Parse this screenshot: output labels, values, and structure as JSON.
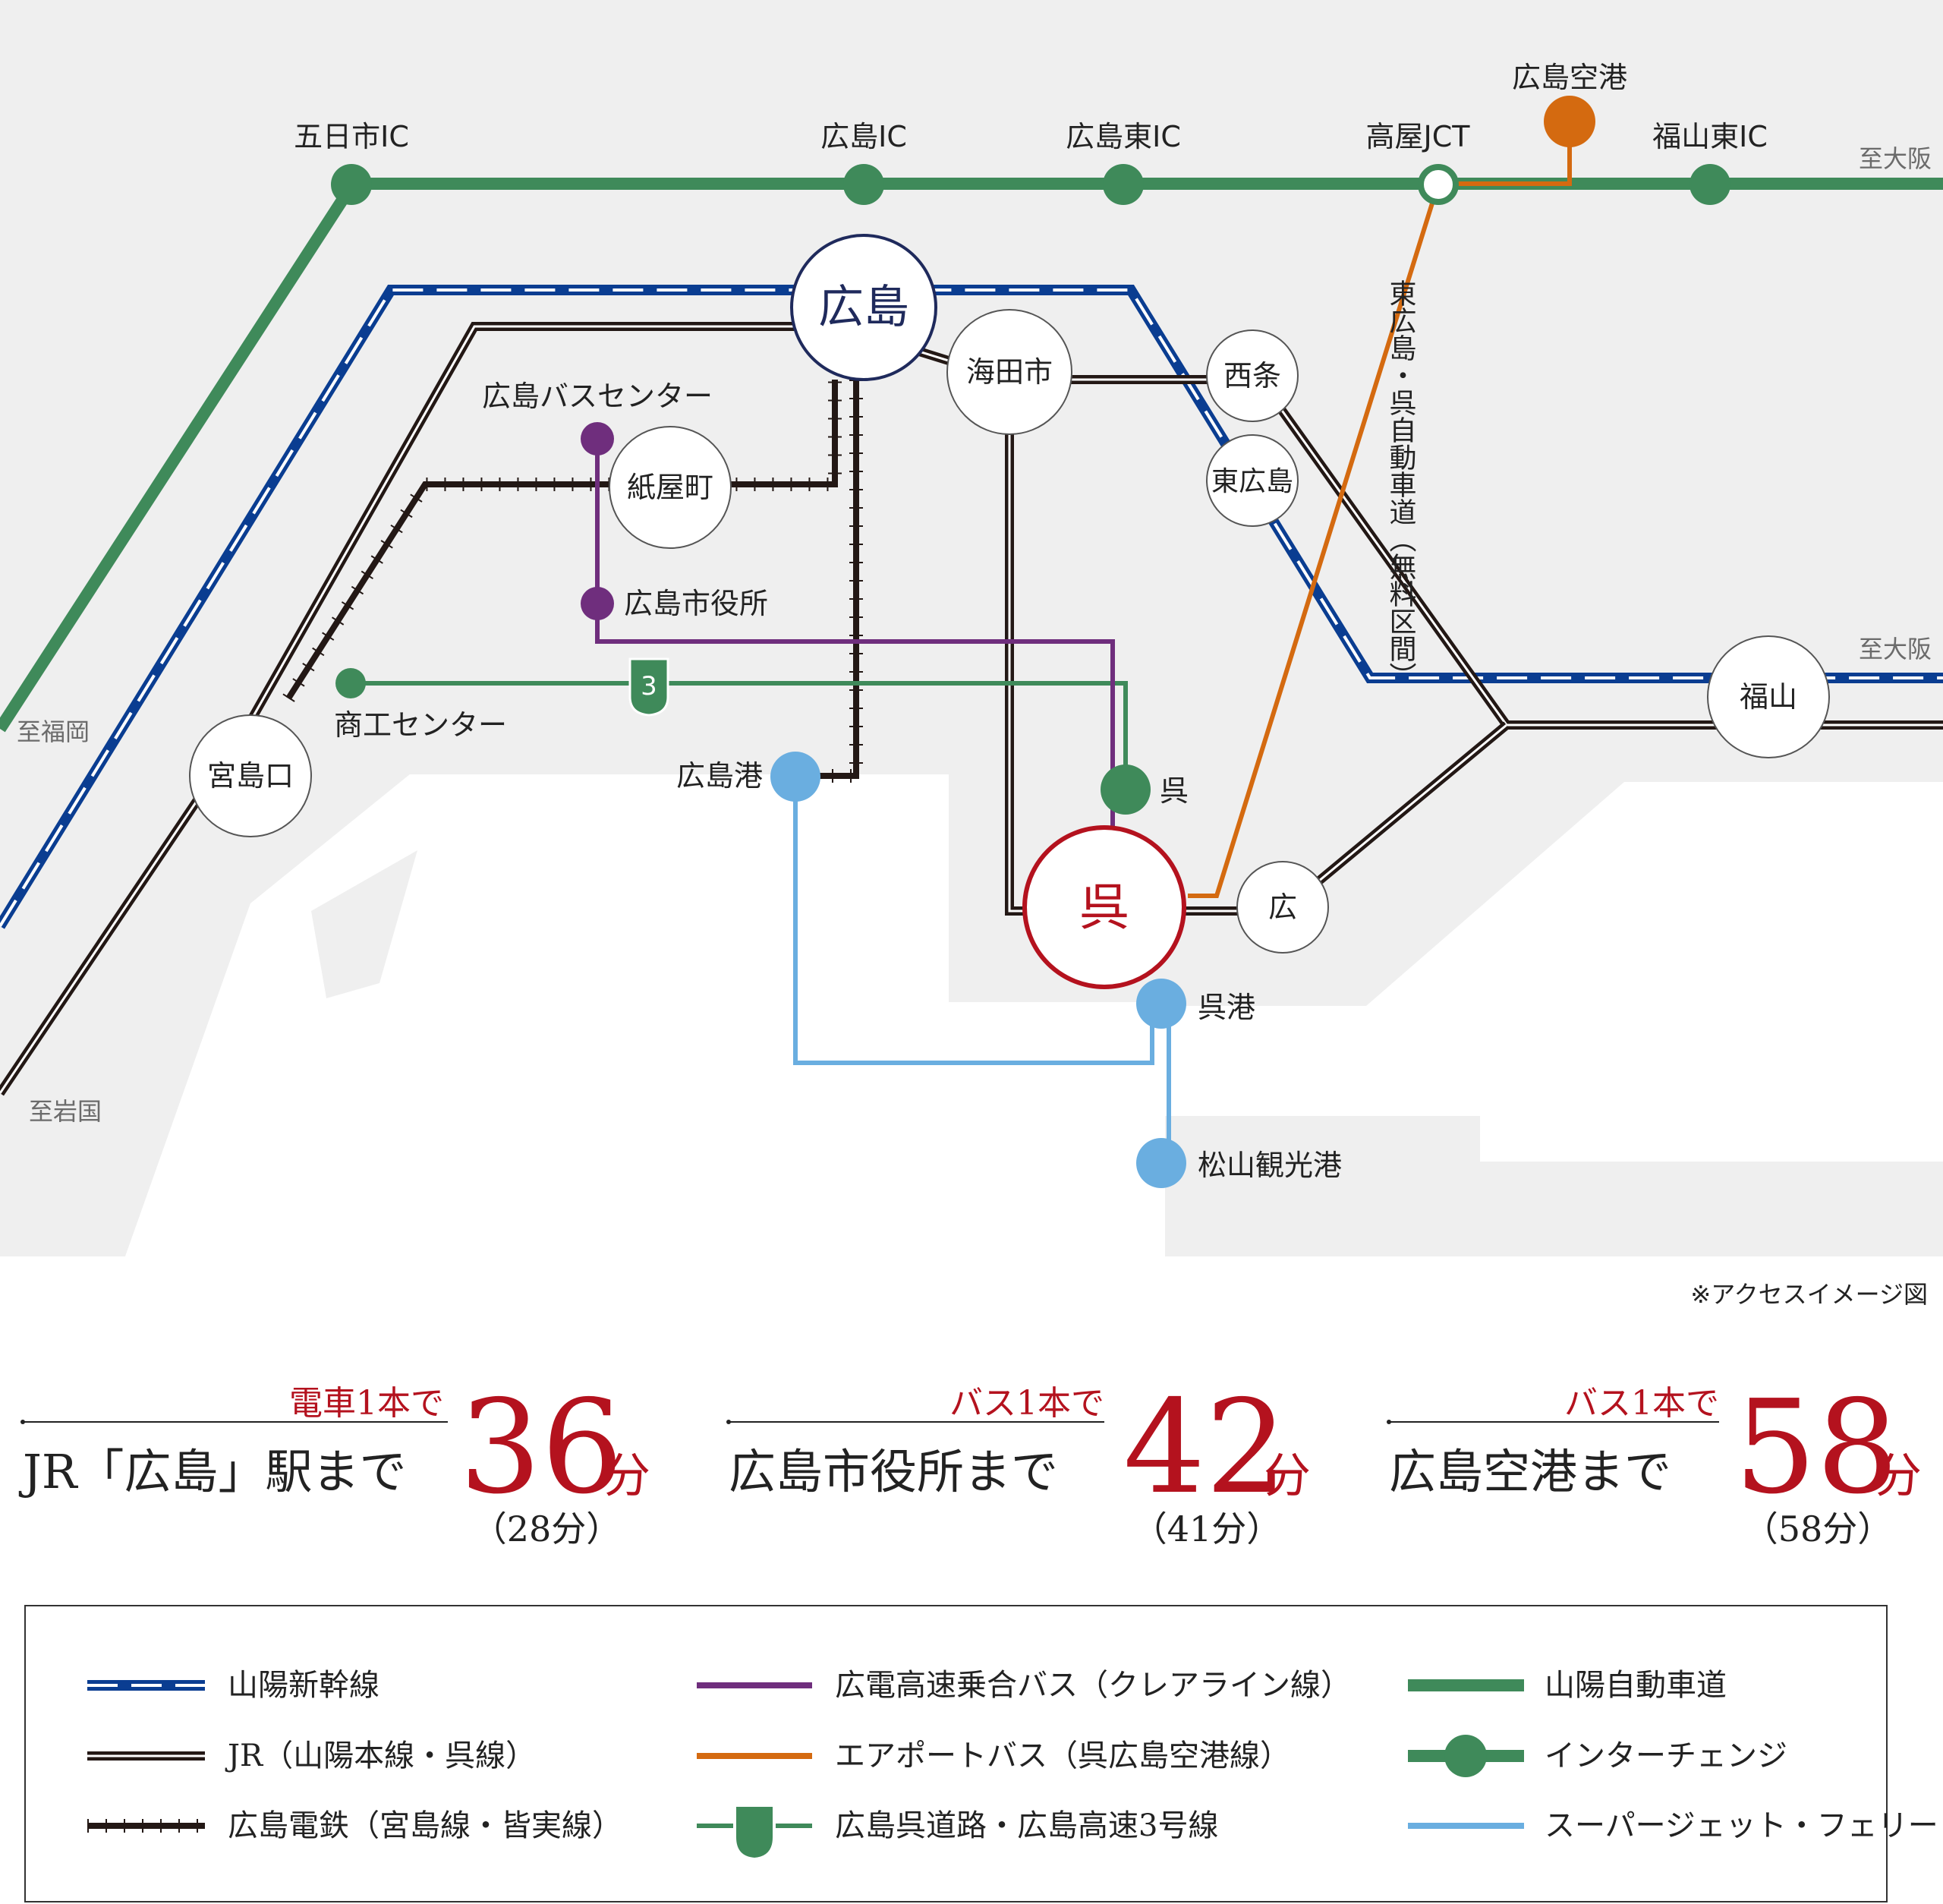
{
  "map": {
    "directions": {
      "to_osaka_1": "至大阪",
      "to_osaka_2": "至大阪",
      "to_fukuoka": "至福岡",
      "to_iwakuni": "至岩国"
    },
    "interchanges": {
      "itsukaichi": "五日市IC",
      "hiroshima_ic": "広島IC",
      "hiroshima_higashi_ic": "広島東IC",
      "takaya_jct": "高屋JCT",
      "fukuyama_higashi_ic": "福山東IC",
      "airport": "広島空港"
    },
    "stations": {
      "hiroshima": "広島",
      "kaitaichi": "海田市",
      "saijo": "西条",
      "higashihiroshima": "東広島",
      "kamiyacho": "紙屋町",
      "miyajimaguchi": "宮島口",
      "fukuyama": "福山",
      "kure": "呉",
      "hiro": "広"
    },
    "stops": {
      "bus_center": "広島バスセンター",
      "city_hall": "広島市役所",
      "shoko_center": "商工センター",
      "hiroshima_port": "広島港",
      "kure_ic": "呉",
      "kure_port": "呉港",
      "matsuyama_port": "松山観光港"
    },
    "route3_number": "3",
    "expressway_name": "東広島・呉自動車道（無料区間）",
    "note": "※アクセスイメージ図"
  },
  "access": [
    {
      "mode": "電車1本で",
      "dest": "JR「広島」駅まで",
      "time": "36",
      "unit": "分",
      "alt": "（28分）"
    },
    {
      "mode": "バス1本で",
      "dest": "広島市役所まで",
      "time": "42",
      "unit": "分",
      "alt": "（41分）"
    },
    {
      "mode": "バス1本で",
      "dest": "広島空港まで",
      "time": "58",
      "unit": "分",
      "alt": "（58分）"
    }
  ],
  "legend": [
    {
      "label": "山陽新幹線",
      "icon": "shinkansen-line"
    },
    {
      "label": "JR（山陽本線・呉線）",
      "icon": "jr-line"
    },
    {
      "label": "広島電鉄（宮島線・皆実線）",
      "icon": "hiroden-line"
    },
    {
      "label": "広電高速乗合バス（クレアライン線）",
      "icon": "bus-line"
    },
    {
      "label": "エアポートバス（呉広島空港線）",
      "icon": "airport-bus-line"
    },
    {
      "label": "広島呉道路・広島高速3号線",
      "icon": "route-shield"
    },
    {
      "label": "山陽自動車道",
      "icon": "expressway-line"
    },
    {
      "label": "インターチェンジ",
      "icon": "interchange-marker"
    },
    {
      "label": "スーパージェット・フェリー",
      "icon": "ferry-line"
    }
  ],
  "colors": {
    "shinkansen": "#0a3d91",
    "jr": "#231815",
    "expressway": "#3f8a5a",
    "bus": "#6f2e7d",
    "airport_bus": "#d46a10",
    "ferry": "#6aaee0",
    "accent": "#b4121e",
    "navy": "#1f2a5c"
  }
}
